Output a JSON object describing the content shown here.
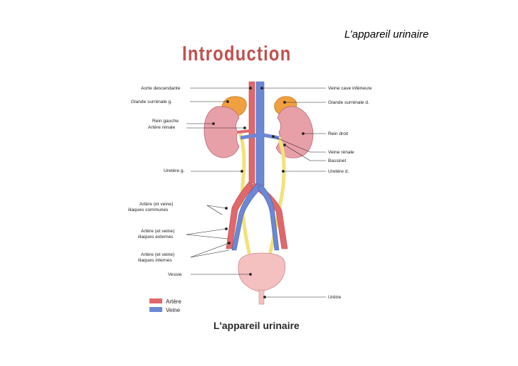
{
  "header": {
    "text": "L’appareil urinaire"
  },
  "title": {
    "text": "Introduction"
  },
  "diagram": {
    "labels_left": [
      "Aorte descendante",
      "Glande surrénale g.",
      "Rein gauche",
      "Artère rénale",
      "Uretère g.",
      "Artère (et veine)",
      "iliaques communes",
      "Artère (et veine)",
      "iliaques externes",
      "Artère (et veine)",
      "iliaques internes",
      "Vessie"
    ],
    "labels_right": [
      "Veine cave inférieure",
      "Glande surrénale d.",
      "Rein droit",
      "Veine rénale",
      "Bassinet",
      "Uretère d.",
      "Urètre"
    ],
    "legend": [
      {
        "label": "Artère",
        "color": "#e0686a"
      },
      {
        "label": "Veine",
        "color": "#6b88d6"
      }
    ],
    "caption": "L'appareil urinaire"
  },
  "colors": {
    "title": "#c0504d",
    "artery": "#e0686a",
    "vein": "#6b88d6",
    "kidney": "#e8a0a8",
    "adrenal": "#f0a040",
    "ureter": "#f2e27a",
    "bladder": "#f4c0c0"
  }
}
